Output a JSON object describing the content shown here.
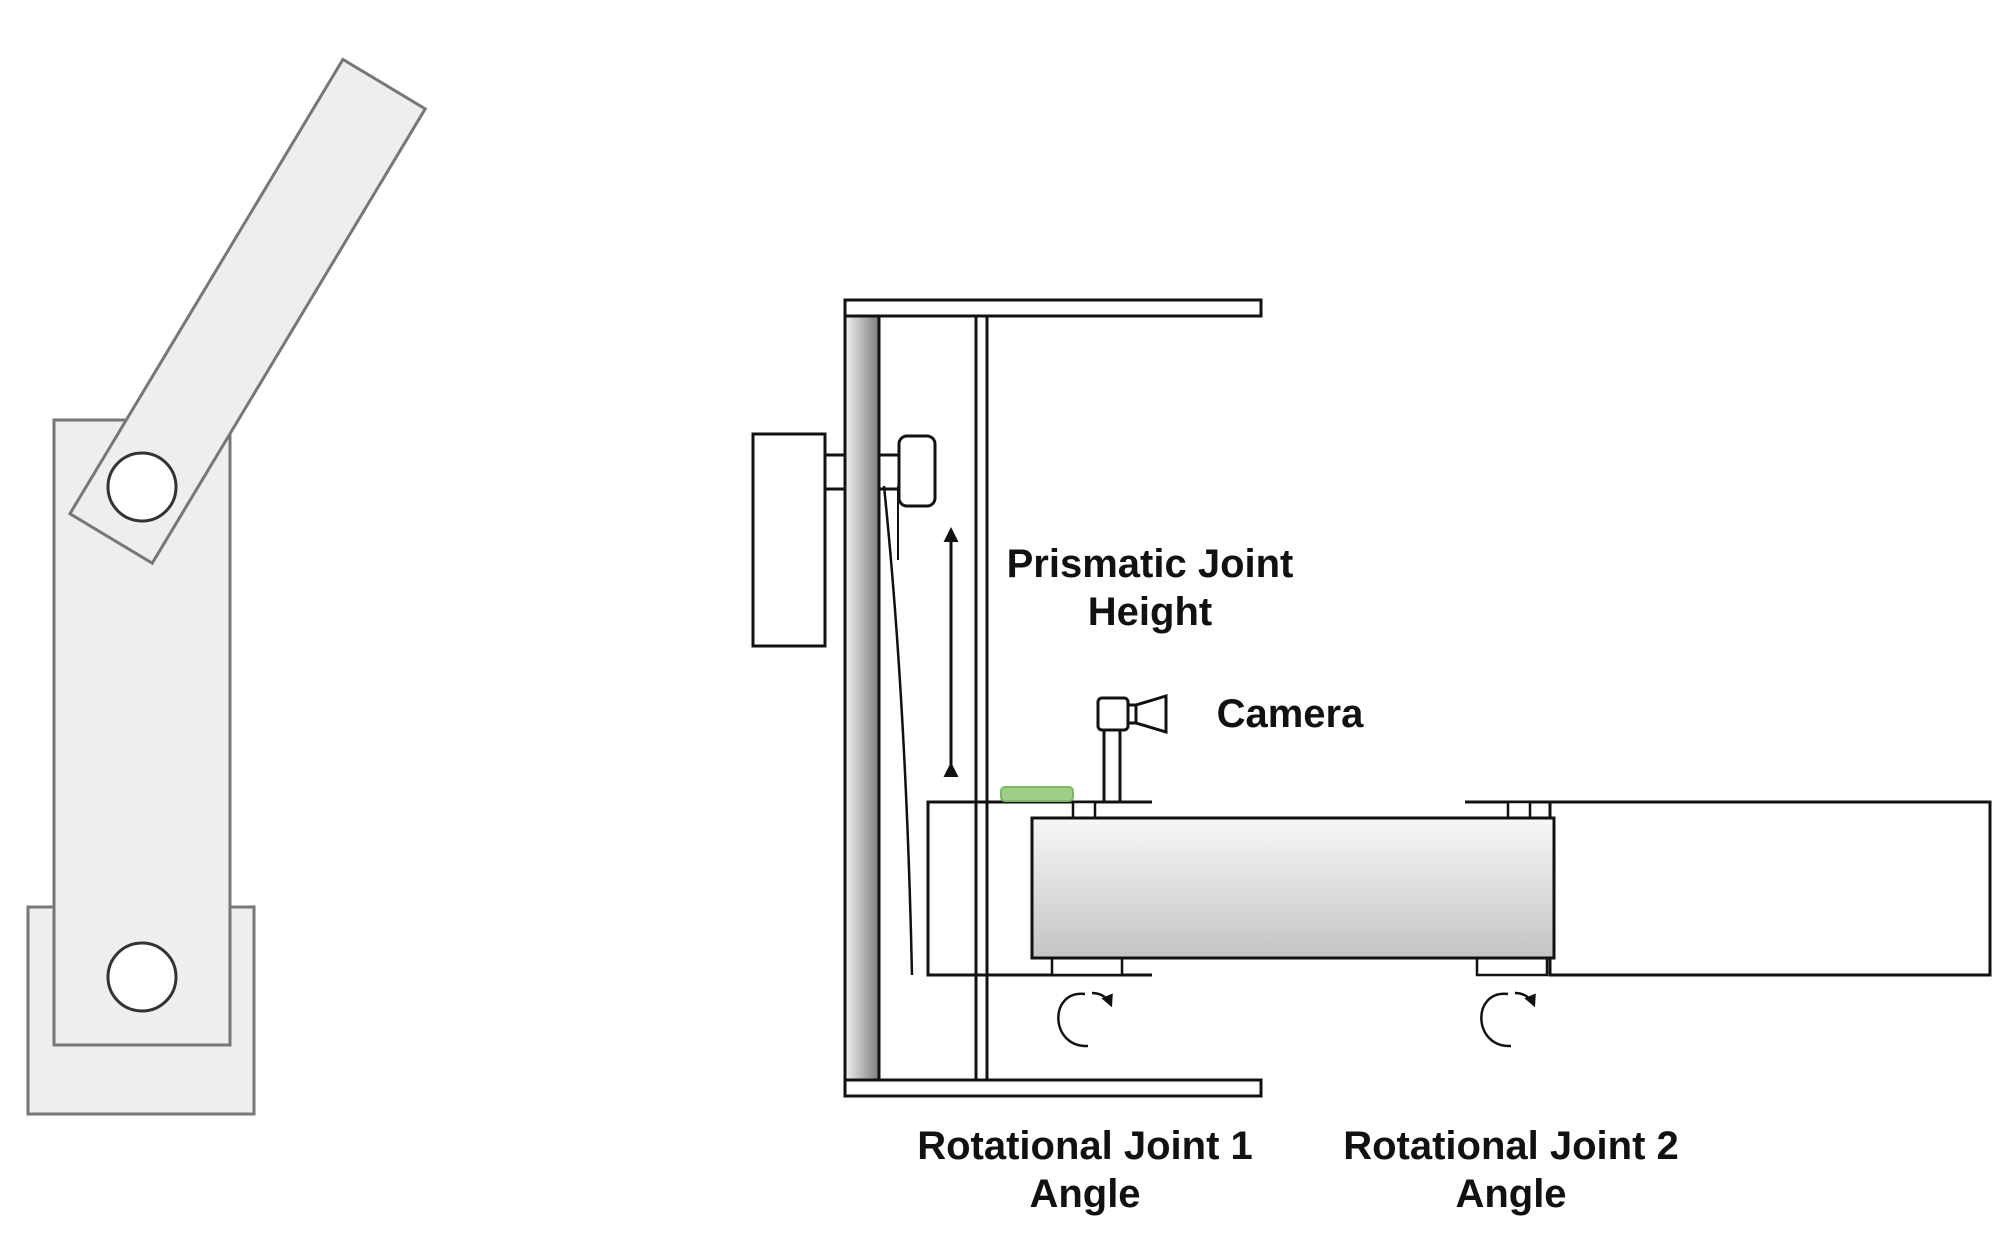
{
  "labels": {
    "prismatic_line1": "Prismatic Joint",
    "prismatic_line2": "Height",
    "camera": "Camera",
    "rot1_line1": "Rotational Joint 1",
    "rot1_line2": "Angle",
    "rot2_line1": "Rotational Joint 2",
    "rot2_line2": "Angle"
  },
  "colors": {
    "part_fill": "#eeeeee",
    "part_stroke": "#777777",
    "line": "#111111",
    "end_effector": "#9ecf87"
  },
  "icons": [
    "rotation-arrow-icon",
    "double-headed-arrow-icon",
    "camera-icon"
  ]
}
